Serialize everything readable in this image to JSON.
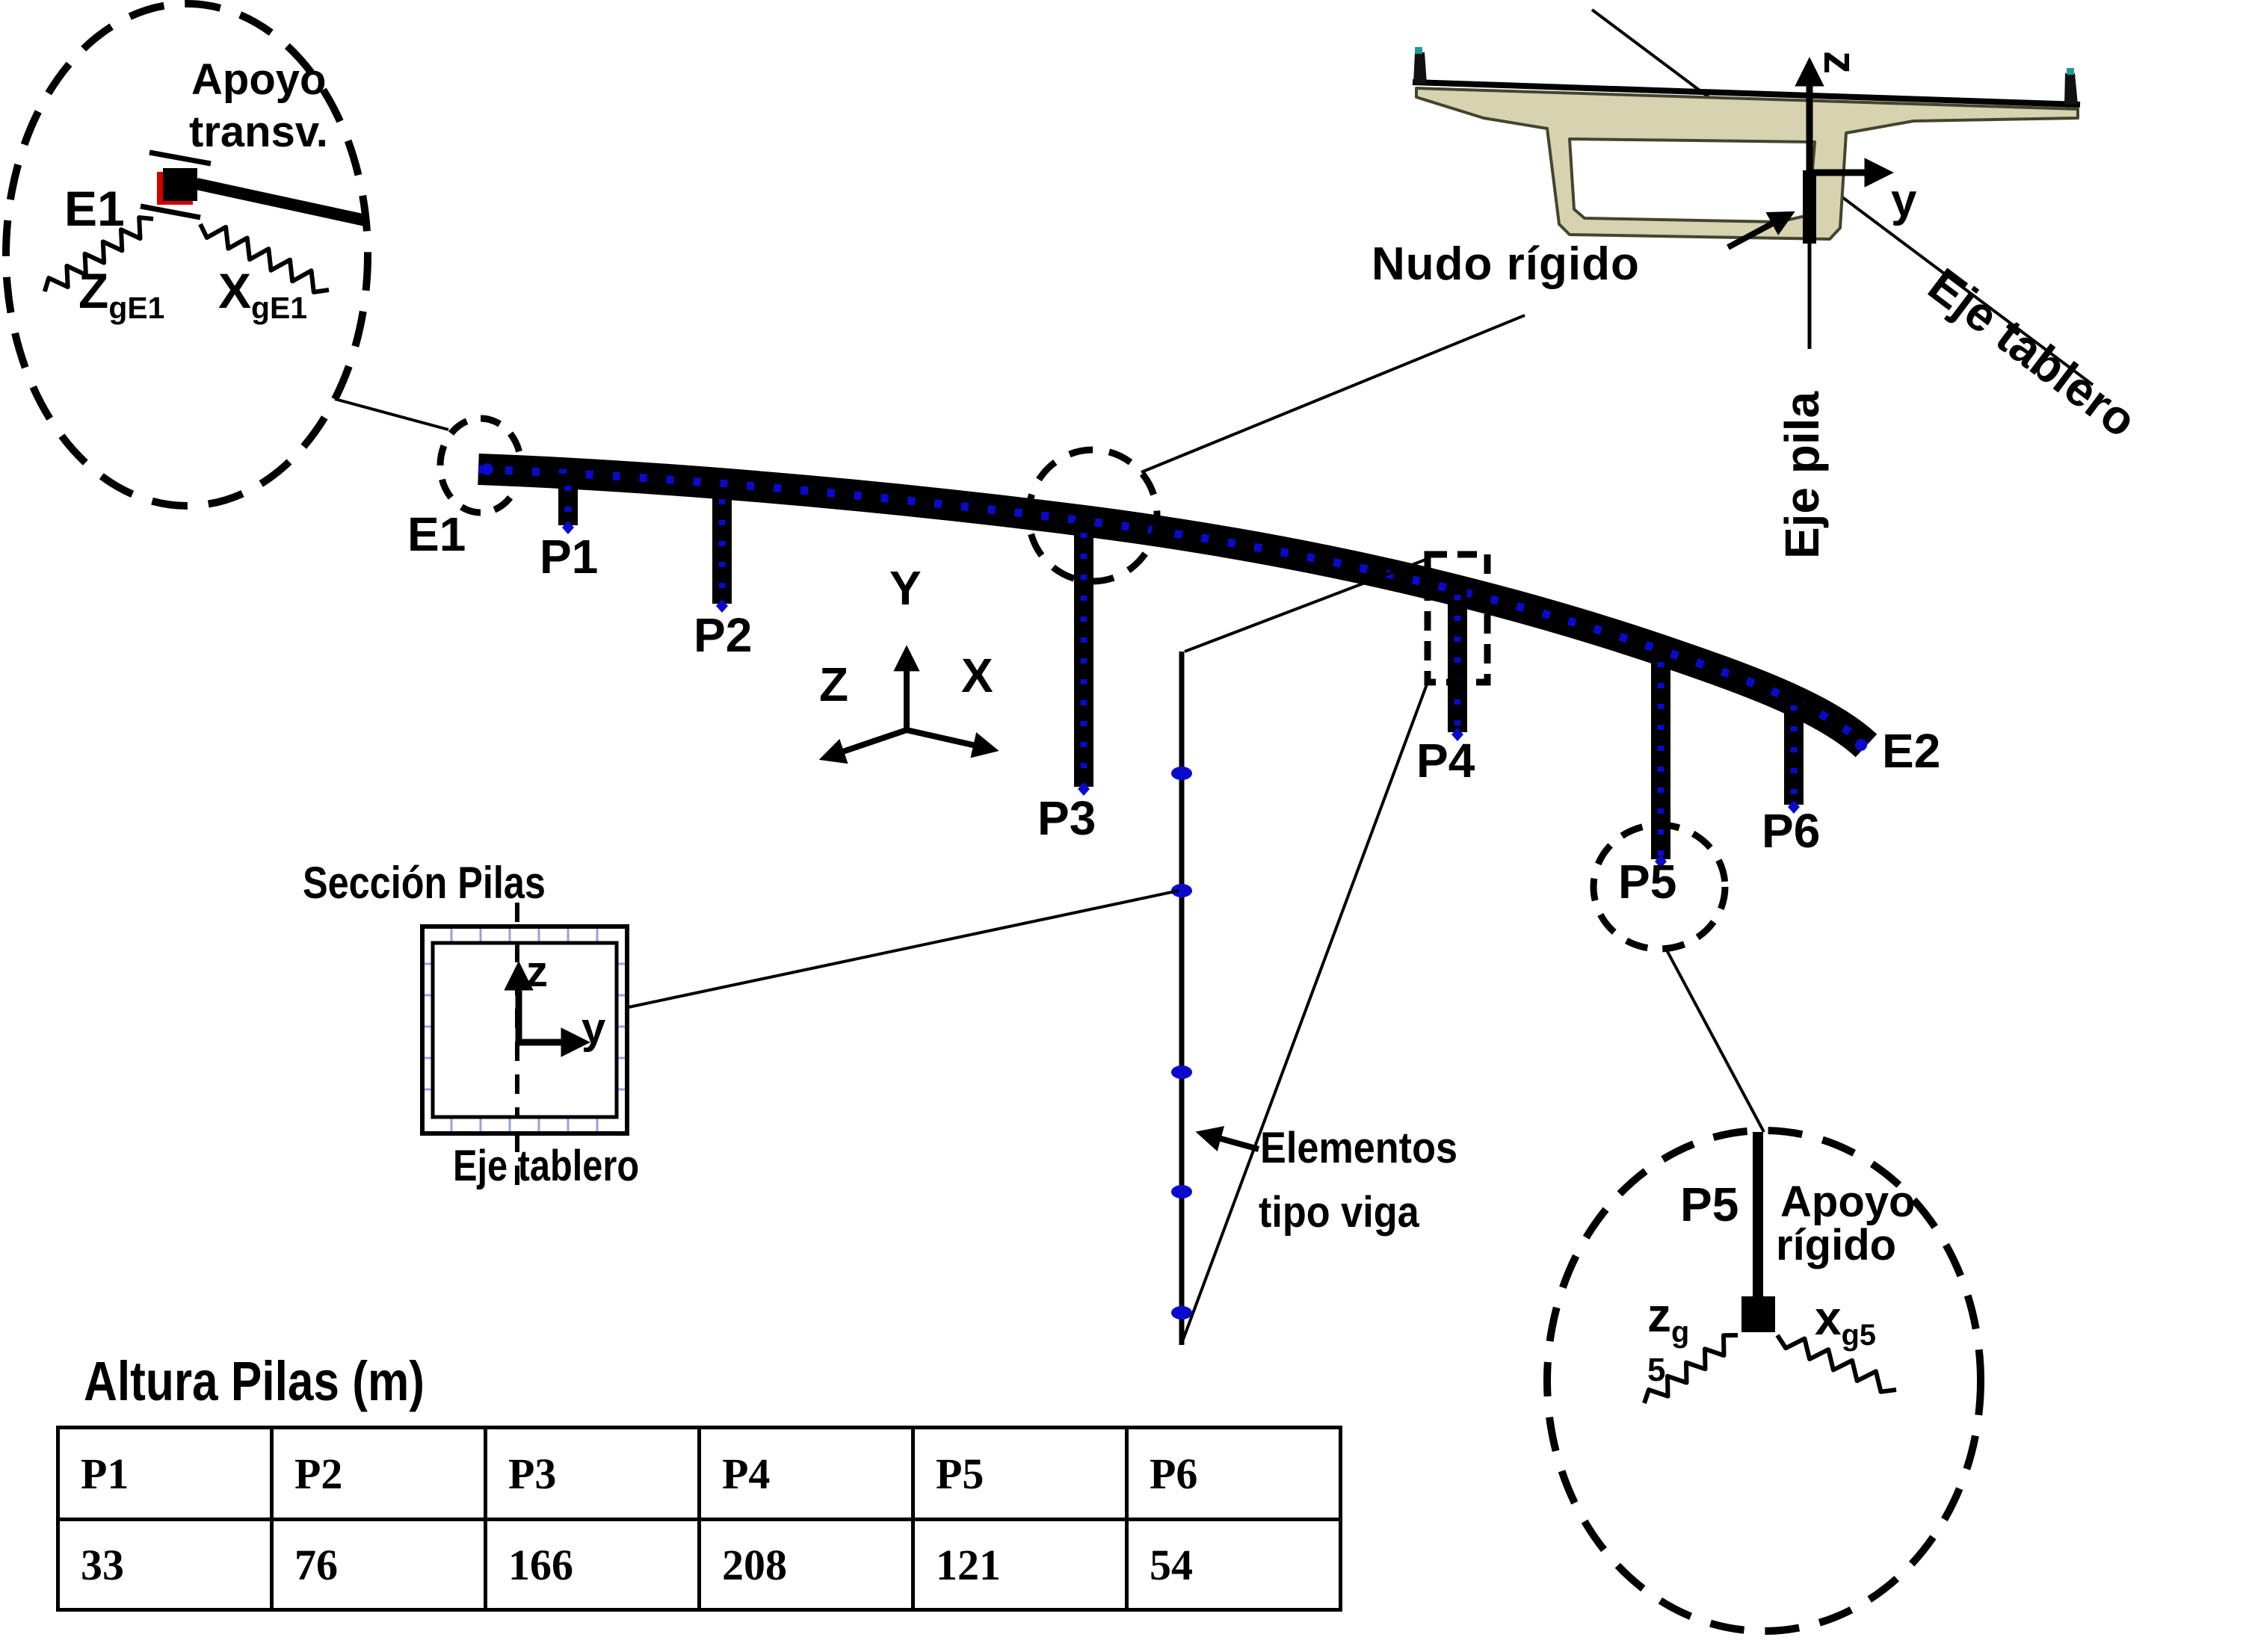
{
  "detail_e1": {
    "support_line1": "Apoyo",
    "support_line2": "transv.",
    "label": "E1",
    "spring_z_main": "Z",
    "spring_z_sub": "gE1",
    "spring_x_main": "X",
    "spring_x_sub": "gE1"
  },
  "elevation": {
    "abutment_left": "E1",
    "abutment_right": "E2",
    "piers": [
      "P1",
      "P2",
      "P3",
      "P4",
      "P5",
      "P6"
    ],
    "axis_y": "Y",
    "axis_z": "Z",
    "axis_x": "X",
    "beam_note_line1": "Elementos",
    "beam_note_line2": "tipo viga"
  },
  "cross_section": {
    "nudo_label": "Nudo rígido",
    "axis_z": "z",
    "axis_y": "y",
    "eje_pila": "Eje pila",
    "eje_tablero": "Eje tablero"
  },
  "pier_section": {
    "title": "Sección Pilas",
    "axis_z": "z",
    "axis_y": "y",
    "eje_tablero": "Eje tablero"
  },
  "detail_p5": {
    "label": "P5",
    "support_line1": "Apoyo",
    "support_line2": "rígido",
    "spring_z_main": "z",
    "spring_z_sub": "g",
    "spring_z_sub2": "5",
    "spring_x_main": "x",
    "spring_x_sub": "g5"
  },
  "table": {
    "title": "Altura Pilas (m)",
    "headers": [
      "P1",
      "P2",
      "P3",
      "P4",
      "P5",
      "P6"
    ],
    "values": [
      "33",
      "76",
      "166",
      "208",
      "121",
      "54"
    ]
  },
  "colors": {
    "node_blue": "#0a0acc",
    "bearing_red": "#d40000",
    "deck_tan": "#d7d2af",
    "barrier_teal": "#1d9c9c"
  }
}
